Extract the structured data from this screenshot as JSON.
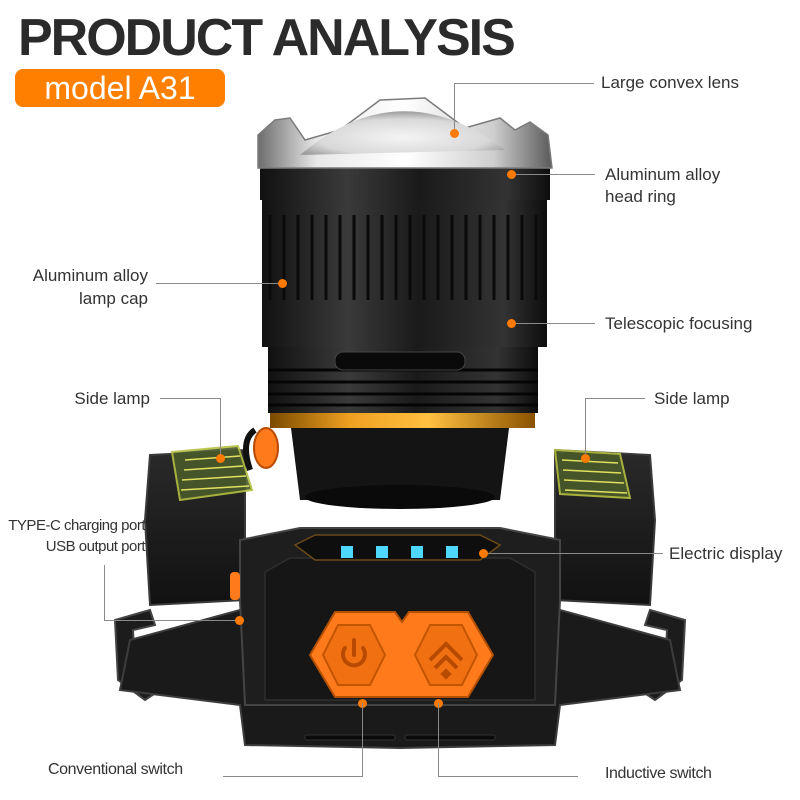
{
  "header": {
    "title": "PRODUCT ANALYSIS",
    "model_badge": "model A31"
  },
  "colors": {
    "accent": "#ff7f00",
    "title": "#2b2b2b",
    "leader_line": "#8a8a8a",
    "display_led": "#4fd8ff"
  },
  "callouts": {
    "large_convex_lens": "Large convex lens",
    "head_ring_1": "Aluminum alloy",
    "head_ring_2": "head ring",
    "lamp_cap_1": "Aluminum alloy",
    "lamp_cap_2": "lamp cap",
    "telescopic_focusing": "Telescopic focusing",
    "side_lamp_left": "Side lamp",
    "side_lamp_right": "Side lamp",
    "port_1": "TYPE-C charging port",
    "port_2": "USB output port",
    "electric_display": "Electric display",
    "conventional_switch": "Conventional switch",
    "inductive_switch": "Inductive switch"
  },
  "display": {
    "battery_leds_lit": 4
  },
  "buttons": {
    "left_icon": "power-icon",
    "right_icon": "sensor-wave-icon"
  }
}
